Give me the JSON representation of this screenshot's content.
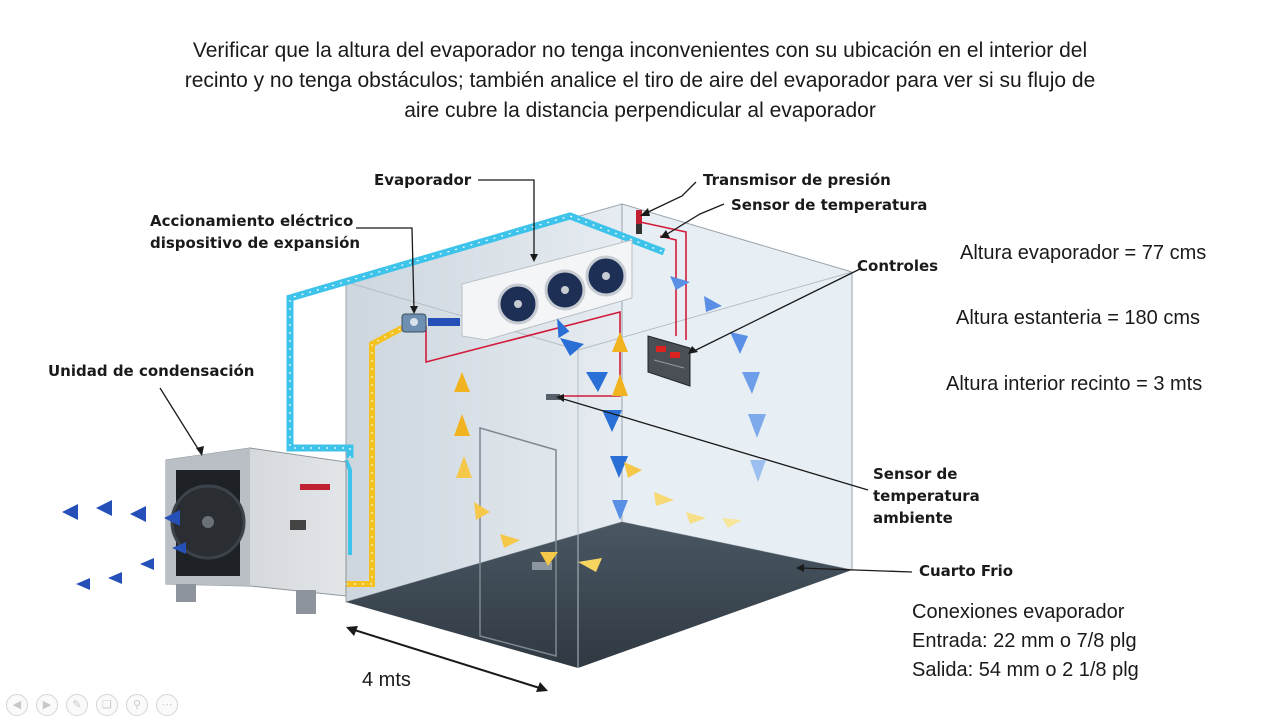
{
  "title_lines": [
    "Verificar que la altura del evaporador no tenga inconvenientes con su ubicación en el interior del",
    "recinto y no tenga obstáculos; también analice el tiro de aire del evaporador para ver si su flujo de",
    "aire cubre la distancia perpendicular al evaporador"
  ],
  "labels": {
    "evaporador": "Evaporador",
    "transmisor": "Transmisor de presión",
    "sensor_temp": "Sensor de temperatura",
    "accionamiento_1": "Accionamiento eléctrico",
    "accionamiento_2": "dispositivo de expansión",
    "controles": "Controles",
    "unidad": "Unidad de condensación",
    "sensor_amb_1": "Sensor de",
    "sensor_amb_2": "temperatura",
    "sensor_amb_3": "ambiente",
    "cuarto_frio": "Cuarto Frio",
    "width": "4 mts"
  },
  "notes": {
    "altura_evaporador": "Altura evaporador = 77 cms",
    "altura_estanteria": "Altura estanteria = 180 cms",
    "altura_interior": "Altura interior recinto = 3 mts"
  },
  "connections": {
    "title": "Conexiones evaporador",
    "entrada": "Entrada: 22 mm o 7/8 plg",
    "salida": "Salida: 54 mm o 2 1/8 plg"
  },
  "colors": {
    "pipe_blue": "#3ec4ea",
    "pipe_yellow": "#f4c21f",
    "wire_red": "#d21b3a",
    "arrow_blue": "#2a6fd6",
    "arrow_yellow": "#f2b320"
  },
  "toolbar_icons": [
    "previous-icon",
    "next-icon",
    "pen-icon",
    "copy-icon",
    "zoom-icon",
    "more-icon"
  ]
}
